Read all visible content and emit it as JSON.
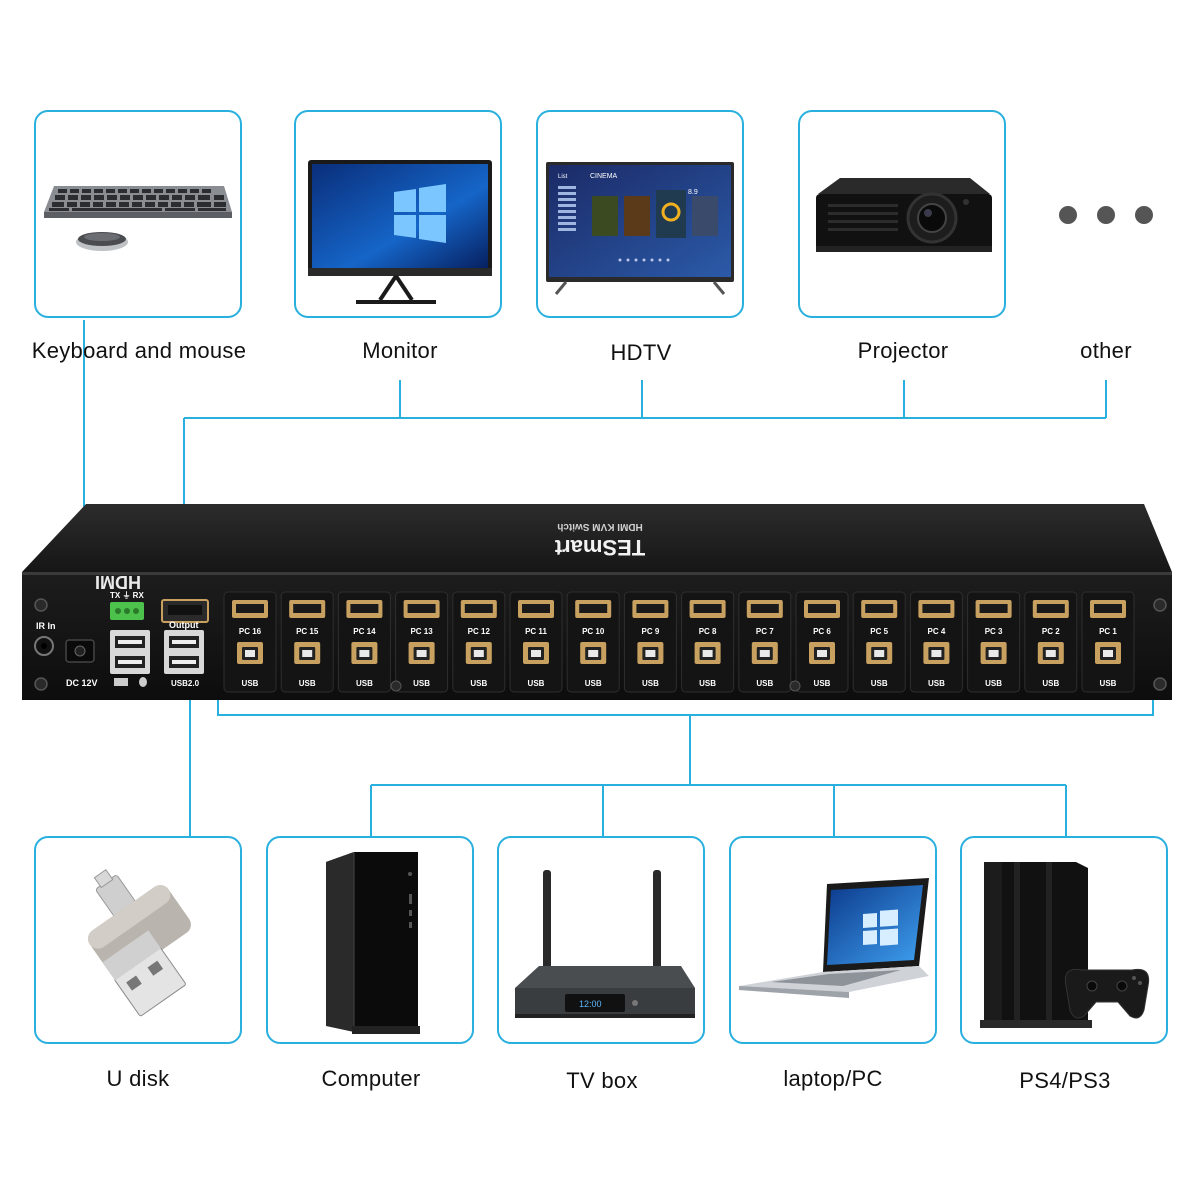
{
  "top_devices": [
    {
      "id": "keyboard",
      "label": "Keyboard and mouse",
      "icon": "keyboard-mouse-icon"
    },
    {
      "id": "monitor",
      "label": "Monitor",
      "icon": "monitor-icon"
    },
    {
      "id": "hdtv",
      "label": "HDTV",
      "icon": "hdtv-icon"
    },
    {
      "id": "projector",
      "label": "Projector",
      "icon": "projector-icon"
    },
    {
      "id": "other",
      "label": "other",
      "icon": "ellipsis-icon"
    }
  ],
  "bottom_devices": [
    {
      "id": "udisk",
      "label": "U disk",
      "icon": "usb-flash-drive-icon"
    },
    {
      "id": "computer",
      "label": "Computer",
      "icon": "desktop-tower-icon"
    },
    {
      "id": "tvbox",
      "label": "TV box",
      "icon": "tv-box-icon"
    },
    {
      "id": "laptop",
      "label": "laptop/PC",
      "icon": "laptop-icon"
    },
    {
      "id": "console",
      "label": "PS4/PS3",
      "icon": "game-console-icon"
    }
  ],
  "hdtv_screen": {
    "menu": "List",
    "title": "CINEMA",
    "rating": "8.9"
  },
  "tvbox_display": "12:00",
  "switch": {
    "brand": "TESmart",
    "model": "HDMI KVM Switch",
    "hdmi_logo": "HDMI",
    "ir_label": "IR In",
    "dc_label": "DC 12V",
    "txrx_label": "TX ⏚ RX",
    "output_label": "Output",
    "usb20_label": "USB2.0",
    "port_usb_label": "USB",
    "pc_ports": [
      "PC 16",
      "PC 15",
      "PC 14",
      "PC 13",
      "PC 12",
      "PC 11",
      "PC 10",
      "PC 9",
      "PC 8",
      "PC 7",
      "PC 6",
      "PC 5",
      "PC 4",
      "PC 3",
      "PC 2",
      "PC 1"
    ]
  },
  "colors": {
    "accent": "#2ab0de",
    "chassis": "#1c1c1c",
    "port_gold": "#c8a060",
    "terminal_green": "#4cc24c"
  }
}
